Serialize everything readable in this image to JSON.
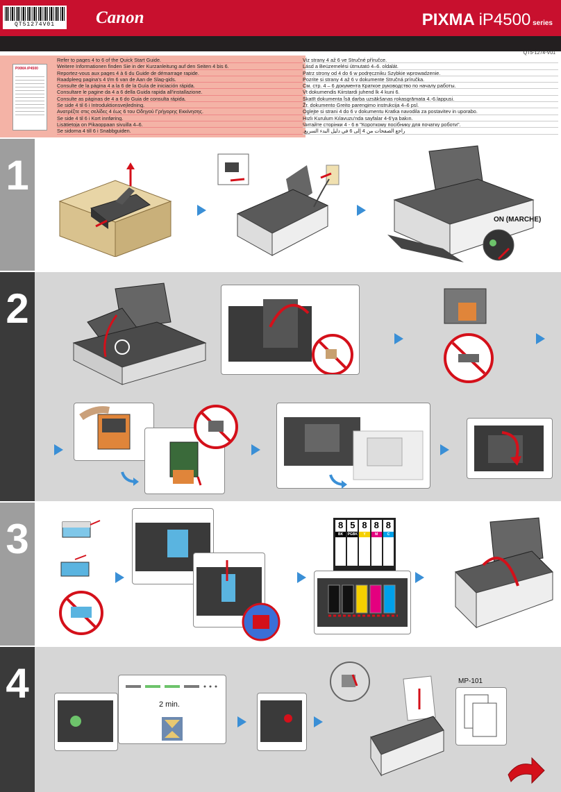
{
  "header": {
    "barcode_text": "QT51274V01",
    "brand": "Canon",
    "product_prefix": "PIXMA ",
    "product_model": "iP4500",
    "product_suffix": " series",
    "doc_code": "QT5-1274-V01"
  },
  "guide_thumbnail": {
    "title": "PIXMA iP4500"
  },
  "languages_left": [
    "Refer to pages 4 to 6 of the Quick Start Guide.",
    "Weitere Informationen finden Sie in der Kurzanleitung auf den Seiten 4 bis 6.",
    "Reportez-vous aux pages 4 à 6 du Guide de démarrage rapide.",
    "Raadpleeg pagina's 4 t/m 6 van de Aan de Slag-gids.",
    "Consulte de la página 4 a la 6 de la Guía de iniciación rápida.",
    "Consultare le pagine da 4 a 6 della Guida rapida all'installazione.",
    "Consulte as páginas de 4 a 6 do Guia de consulta rápida.",
    "Se side 4 til 6 i Introduktionsvejledning.",
    "Ανατρέξτε στις σελίδες 4 έως 6 του Οδηγού Γρήγορης Εκκίνησης.",
    "Se side 4 til 6 i Kort innføring.",
    "Lisätietoja on Pikaoppaan sivuilla 4–6.",
    "Se sidorna 4 till 6 i Snabbguiden."
  ],
  "languages_right": [
    "Viz strany 4 až 6 ve Stručné příručce.",
    "Lásd a Beüzemelési útmutató 4–6. oldalát.",
    "Patrz strony od 4 do 6 w podręczniku Szybkie wprowadzenie.",
    "Pozrite si strany 4 až 6 v dokumente Stručná príručka.",
    "См. стр. 4 – 6 документа Краткое руководство по началу работы.",
    "Vt dokumendis Kiirstardi juhend lk 4 kuni 6.",
    "Skatīt dokumenta Īsā darba uzsākšanas rokasgrāmata 4.-6.lappusi.",
    "Žr. dokumento Greito parengimo instrukcija 4–6 psl.",
    "Oglejte si strani 4 do 6 v dokumentu Kratka navodila za postavitev in uporabo.",
    "Hızlı Kurulum Kılavuzu'nda sayfalar 4-6'ya bakın.",
    "Читайте сторінки 4 - 6 в \"Короткому посібнику для початку роботи\".",
    "راجع الصفحات من 4 إلى 6 في دليل البدء السريع."
  ],
  "steps": {
    "step1": {
      "number": "1",
      "power_label": "ON (MARCHE)"
    },
    "step2": {
      "number": "2"
    },
    "step3": {
      "number": "3",
      "ink_tanks": [
        {
          "num": "8",
          "label": "BK",
          "color": "#000000"
        },
        {
          "num": "5",
          "label": "PGBK",
          "color": "#000000"
        },
        {
          "num": "8",
          "label": "Y",
          "color": "#f5d000"
        },
        {
          "num": "8",
          "label": "M",
          "color": "#e4007f"
        },
        {
          "num": "8",
          "label": "C",
          "color": "#00a0e9"
        }
      ]
    },
    "step4": {
      "number": "4",
      "timer_label": "2 min.",
      "paper_label": "MP-101"
    }
  },
  "colors": {
    "header_red": "#c8102e",
    "arrow_blue": "#3a8fd6",
    "warning_red": "#d4101a",
    "lang_panel_bg": "#f4b3a6"
  }
}
